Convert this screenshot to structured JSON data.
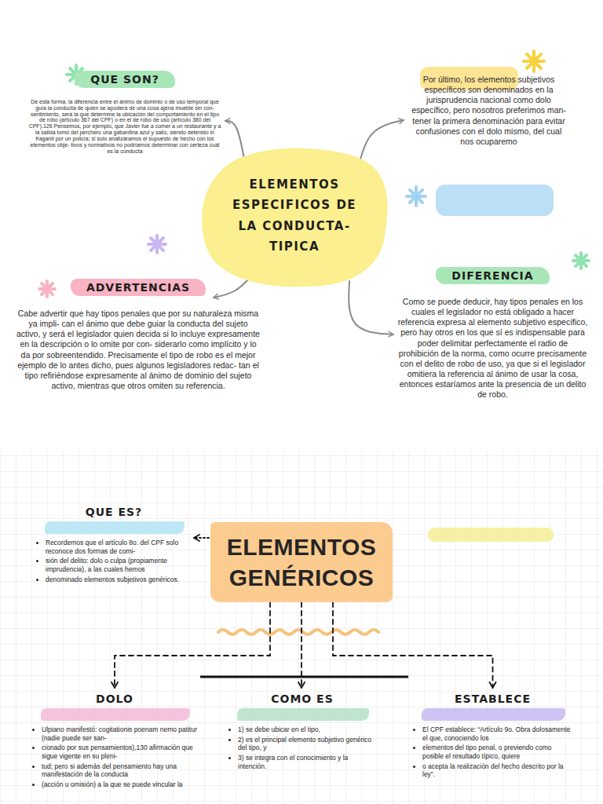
{
  "diagram": {
    "nodes": [
      {
        "text": [
          "ELEMENTOS ESPECIFICOS DE LA CONDUCTA-TIPICA"
        ]
      },
      {
        "text": [
          "QUE SON?",
          "De esta forma, la diferencia entre el ánimo de dominio o de uso temporal que guía la conducta de quien se apodera de una cosa ajena mueble sin con- sentimiento, será la que determine la ubicación del comportamiento en el tipo de robo (artículo 367 del CPF) o en el de robo de uso (artículo 380 del CPF).126 Pensemos, por ejemplo, que Javier fue a comer a un restaurante y a la salida tomó del perchero una gabardina azul y salió, siendo detenido in fraganti por un policía; si solo analizáramos el supuesto de hecho con los elementos obje- tivos y normativos no podríamos determinar con certeza cuál es la conducta"
        ]
      },
      {
        "text": [
          "Por último, los elementos subjetivos específicos son denominados en la jurisprudencia nacional como dolo específico, pero nosotros preferimos man- tener la primera denominación para evitar confusiones con el dolo mismo, del cual nos ocuparemo"
        ]
      },
      {
        "text": [
          "ADVERTENCIAS",
          "Cabe advertir que hay tipos penales que por su naturaleza misma ya impli- can el ánimo que debe guiar la conducta del sujeto activo, y será el legislador quien decida si lo incluye expresamente en la descripción o lo omite por con- siderarlo como implícito y lo da por sobreentendido. Precisamente el tipo de robo es el mejor ejemplo de lo antes dicho, pues algunos legisladores redac- tan el tipo refiriéndose expresamente al ánimo de dominio del sujeto activo, mientras que otros omiten su referencia."
        ]
      },
      {
        "text": [
          "DIFERENCIA",
          "Como se puede deducir, hay tipos penales en los cuales el legislador no está obligado a hacer referencia expresa al elemento subjetivo específico, pero hay otros en los que sí es indispensable para poder delimitar perfectamente el radio de prohibición de la norma, como ocurre precisamente con el delito de robo de uso, ya que si el legislador omitiera la referencia al ánimo de usar la cosa, entonces estaríamos ante la presencia de un delito de robo."
        ]
      },
      {
        "text": [
          "ELEMENTOS GENÉRICOS"
        ]
      },
      {
        "text": [
          "QUE ES?",
          "Recordemos que el artículo 8o. del CPF solo reconoce dos formas de comi-",
          "sión del delito: dolo o culpa (propiamente imprudencia), a las cuales hemos",
          "denominado elementos subjetivos genéricos."
        ]
      },
      {
        "text": [
          "DOLO",
          "Ulpiano manifestó: cogitationis poenam nemo patitur (nadie puede ser san-",
          "cionado por sus pensamientos),130 afirmación que sigue vigente en su pleni-",
          "tud; pero si además del pensamiento hay una manifestación de la conducta",
          "(acción u omisión) a la que se puede vincular la"
        ]
      },
      {
        "text": [
          "COMO ES",
          "1) se debe ubicar en el tipo,",
          "2) es el principal elemento subjetivo genérico del tipo, y",
          "3) se integra con el conocimiento y la intención."
        ]
      },
      {
        "text": [
          "ESTABLECE",
          "El CPF establece: “Artículo 9o. Obra dolosamente el que, conociendo los",
          "elementos del tipo penal, o previendo como posible el resultado típico, quiere",
          "o acepta la realización del hecho descrito por la ley”."
        ]
      }
    ],
    "edges": [
      {
        "from": 0,
        "to": 1,
        "arrow": "to"
      },
      {
        "from": 0,
        "to": 2,
        "arrow": "to"
      },
      {
        "from": 0,
        "to": 3,
        "arrow": "to"
      },
      {
        "from": 0,
        "to": 4,
        "arrow": "to"
      },
      {
        "from": 5,
        "to": 6,
        "arrow": "to"
      },
      {
        "from": 5,
        "to": 7,
        "arrow": "to"
      },
      {
        "from": 5,
        "to": 8,
        "arrow": "to"
      },
      {
        "from": 5,
        "to": 9,
        "arrow": "to"
      }
    ]
  }
}
